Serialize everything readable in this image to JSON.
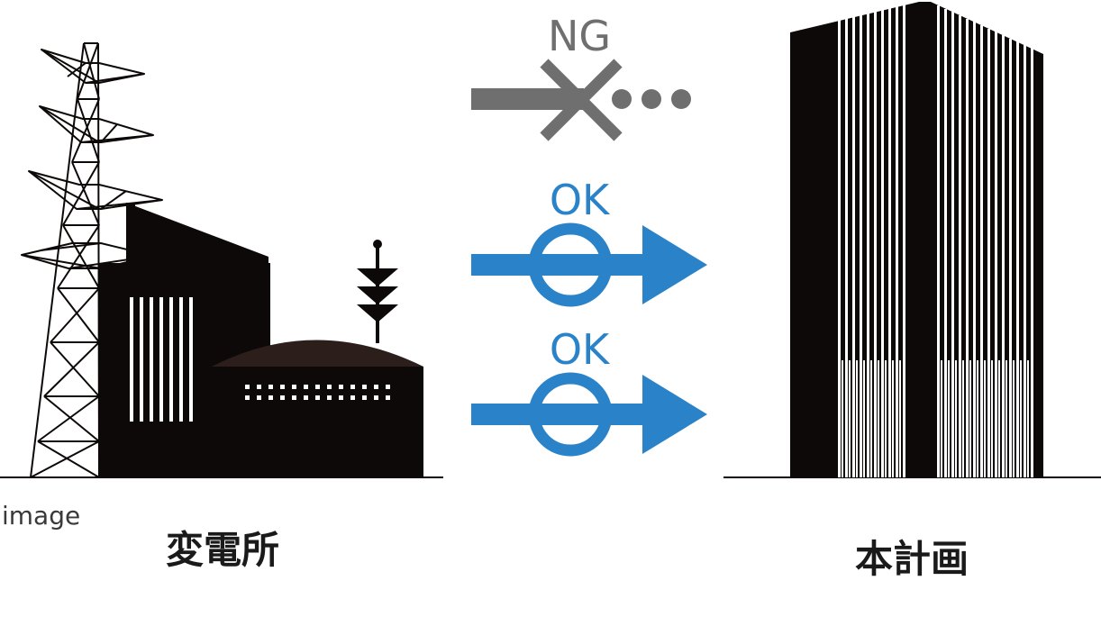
{
  "labels": {
    "corner_note": "image",
    "substation": "変電所",
    "building": "本計画"
  },
  "routes": [
    {
      "status": "NG",
      "kind": "blocked",
      "color": "#6f6f6f"
    },
    {
      "status": "OK",
      "kind": "ok",
      "color": "#2a83c8"
    },
    {
      "status": "OK",
      "kind": "ok",
      "color": "#2a83c8"
    }
  ],
  "colors": {
    "ink": "#0d0908",
    "ok": "#2a83c8",
    "ng": "#6f6f6f"
  },
  "icons": {
    "tower": "power-transmission-tower-icon",
    "substation": "substation-icon",
    "building": "office-tower-icon"
  }
}
